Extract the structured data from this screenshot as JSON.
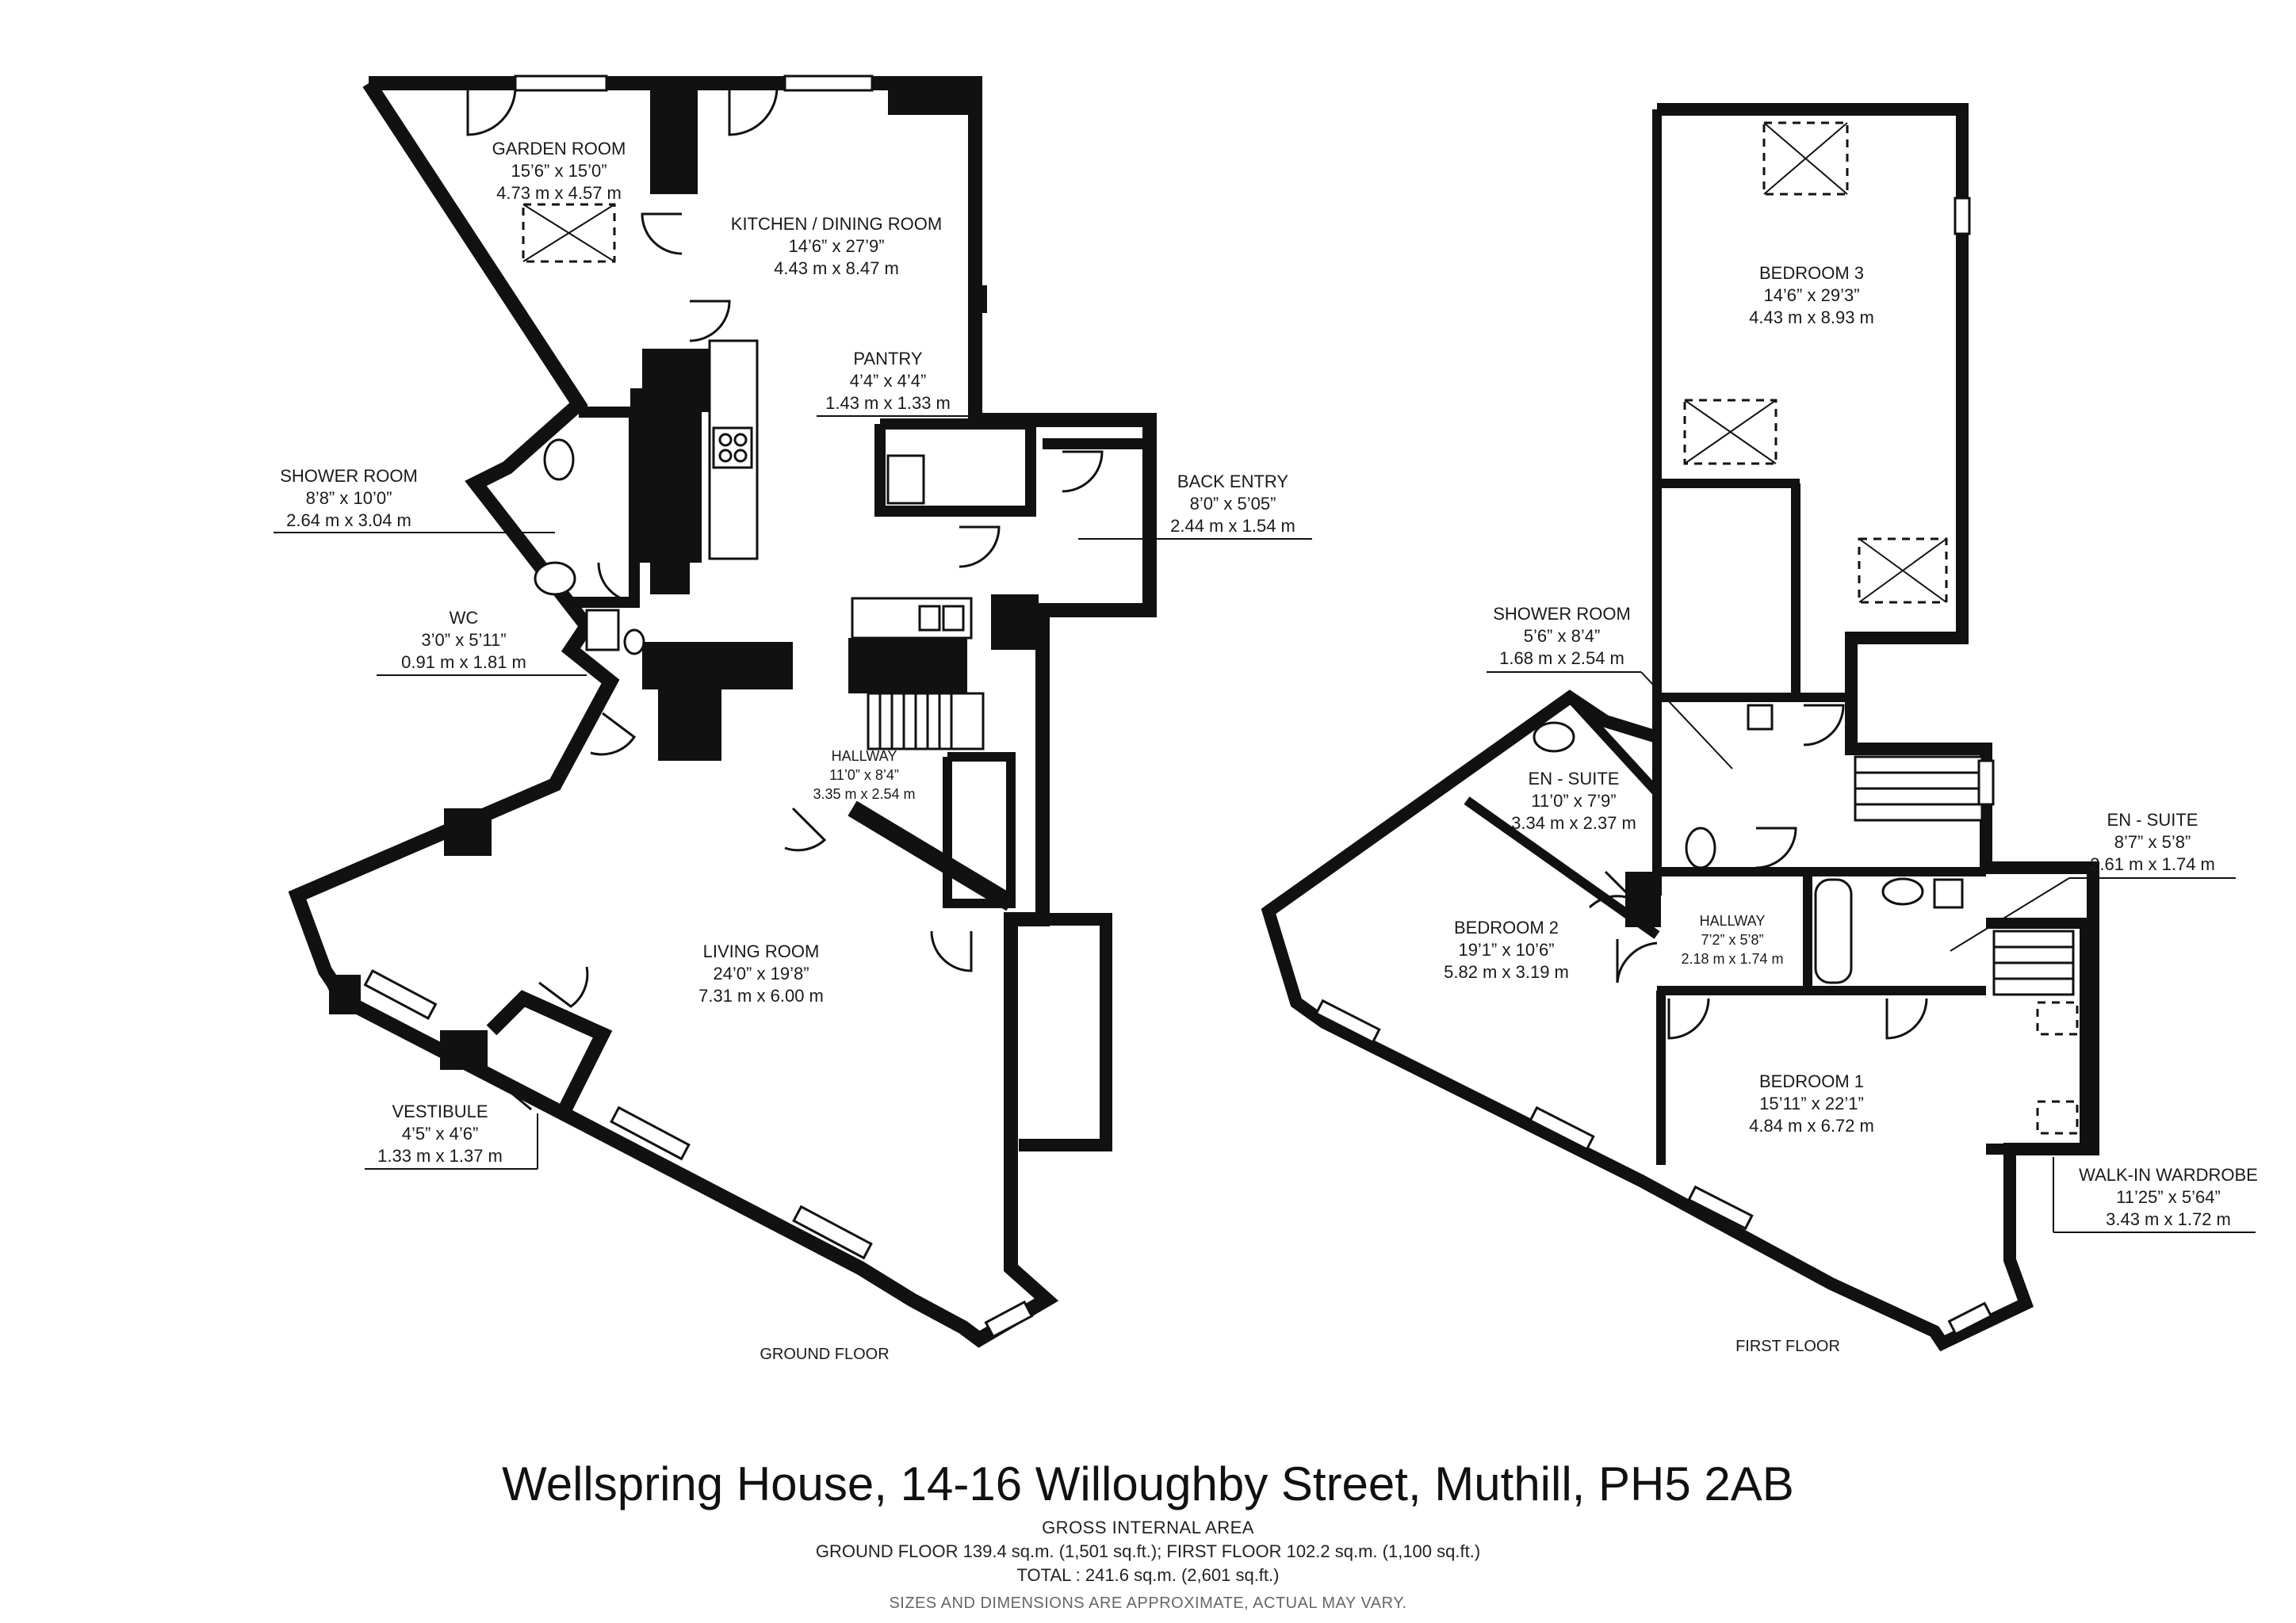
{
  "floors": {
    "ground": {
      "label": "GROUND FLOOR",
      "rooms": [
        {
          "id": "garden-room",
          "name": "GARDEN ROOM",
          "imperial": "15’6” x 15’0”",
          "metric": "4.73 m x 4.57 m"
        },
        {
          "id": "kitchen-dining",
          "name": "KITCHEN / DINING ROOM",
          "imperial": "14’6” x 27’9”",
          "metric": "4.43 m x 8.47 m"
        },
        {
          "id": "pantry",
          "name": "PANTRY",
          "imperial": "4’4” x 4’4”",
          "metric": "1.43 m x 1.33 m"
        },
        {
          "id": "back-entry",
          "name": "BACK ENTRY",
          "imperial": "8’0” x 5’05”",
          "metric": "2.44 m x 1.54 m"
        },
        {
          "id": "shower-room",
          "name": "SHOWER ROOM",
          "imperial": "8’8” x 10’0”",
          "metric": "2.64 m x 3.04 m"
        },
        {
          "id": "wc",
          "name": "WC",
          "imperial": "3’0” x 5’11”",
          "metric": "0.91 m x 1.81 m"
        },
        {
          "id": "hallway",
          "name": "HALLWAY",
          "imperial": "11’0” x 8’4”",
          "metric": "3.35 m x 2.54 m"
        },
        {
          "id": "living-room",
          "name": "LIVING ROOM",
          "imperial": "24’0” x 19’8”",
          "metric": "7.31 m x 6.00 m"
        },
        {
          "id": "vestibule",
          "name": "VESTIBULE",
          "imperial": "4’5” x 4’6”",
          "metric": "1.33 m x 1.37 m"
        }
      ]
    },
    "first": {
      "label": "FIRST FLOOR",
      "rooms": [
        {
          "id": "bedroom-3",
          "name": "BEDROOM 3",
          "imperial": "14’6” x 29’3”",
          "metric": "4.43 m x 8.93 m"
        },
        {
          "id": "shower-room",
          "name": "SHOWER ROOM",
          "imperial": "5’6” x 8’4”",
          "metric": "1.68 m x 2.54 m"
        },
        {
          "id": "en-suite-left",
          "name": "EN - SUITE",
          "imperial": "11’0” x 7’9”",
          "metric": "3.34 m x 2.37 m"
        },
        {
          "id": "en-suite-right",
          "name": "EN - SUITE",
          "imperial": "8’7” x 5’8”",
          "metric": "2.61 m x 1.74 m"
        },
        {
          "id": "hallway",
          "name": "HALLWAY",
          "imperial": "7’2” x 5’8”",
          "metric": "2.18 m x 1.74 m"
        },
        {
          "id": "bedroom-2",
          "name": "BEDROOM 2",
          "imperial": "19’1” x 10’6”",
          "metric": "5.82 m x 3.19 m"
        },
        {
          "id": "bedroom-1",
          "name": "BEDROOM 1",
          "imperial": "15’11” x 22’1”",
          "metric": "4.84 m x 6.72 m"
        },
        {
          "id": "walk-in-wardrobe",
          "name": "WALK-IN WARDROBE",
          "imperial": "11’25” x 5’64”",
          "metric": "3.43 m x 1.72 m"
        }
      ]
    }
  },
  "footer": {
    "address": "Wellspring House, 14-16 Willoughby Street, Muthill, PH5 2AB",
    "area_heading": "GROSS INTERNAL AREA",
    "area_floors": "GROUND FLOOR 139.4 sq.m. (1,501 sq.ft.); FIRST FLOOR 102.2 sq.m. (1,100 sq.ft.)",
    "area_total": "TOTAL :  241.6 sq.m. (2,601 sq.ft.)",
    "disclaimer": "SIZES AND DIMENSIONS ARE APPROXIMATE, ACTUAL MAY VARY."
  }
}
